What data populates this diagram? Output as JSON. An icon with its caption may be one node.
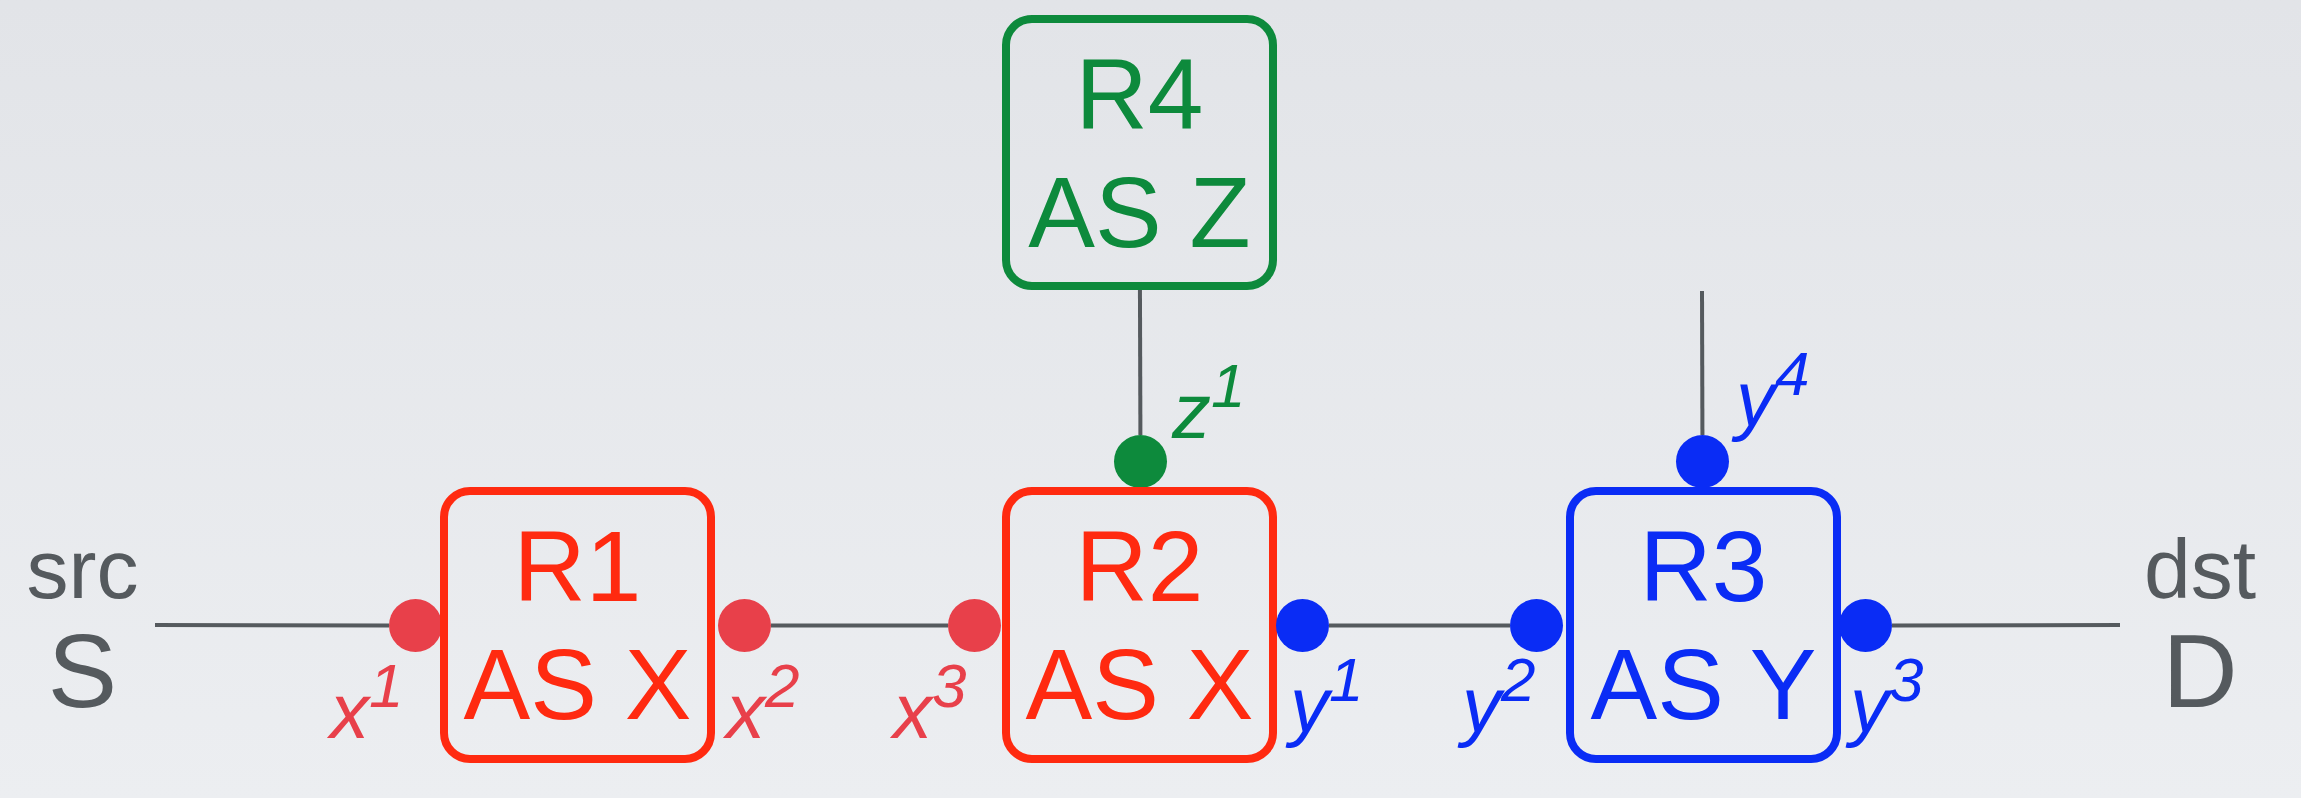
{
  "diagram": {
    "nodes": [
      {
        "text": [
          "R4",
          "AS Z"
        ]
      },
      {
        "text": [],
        "shape": "circle",
        "beside": [
          "z$^{1}$"
        ]
      },
      {
        "text": [],
        "shape": "circle",
        "beside": [
          "y$^{4}$"
        ]
      },
      {
        "text": [
          "src",
          "S"
        ]
      },
      {
        "text": [],
        "shape": "circle",
        "beside": [
          "x$^{1}$"
        ]
      },
      {
        "text": [
          "R1",
          "AS X"
        ]
      },
      {
        "text": [],
        "shape": "circle",
        "beside": [
          "x$^{2}$"
        ]
      },
      {
        "text": [],
        "shape": "circle",
        "beside": [
          "x$^{3}$"
        ]
      },
      {
        "text": [
          "R2",
          "AS X"
        ]
      },
      {
        "text": [],
        "shape": "circle",
        "beside": [
          "y$^{1}$"
        ]
      },
      {
        "text": [],
        "shape": "circle",
        "beside": [
          "y$^{2}$"
        ]
      },
      {
        "text": [
          "R3",
          "AS Y"
        ]
      },
      {
        "text": [],
        "shape": "circle",
        "beside": [
          "y$^{3}$"
        ]
      },
      {
        "text": [
          "dst",
          "D"
        ]
      }
    ],
    "edges": [
      {
        "from": 3,
        "to": 4,
        "arrow": "none"
      },
      {
        "from": 6,
        "to": 7,
        "arrow": "none"
      },
      {
        "from": 9,
        "to": 10,
        "arrow": "none"
      },
      {
        "from": 12,
        "to": 13,
        "arrow": "none"
      },
      {
        "from": 0,
        "to": 1,
        "arrow": "none"
      },
      {
        "from": null,
        "to": 2,
        "arrow": "none"
      }
    ]
  }
}
